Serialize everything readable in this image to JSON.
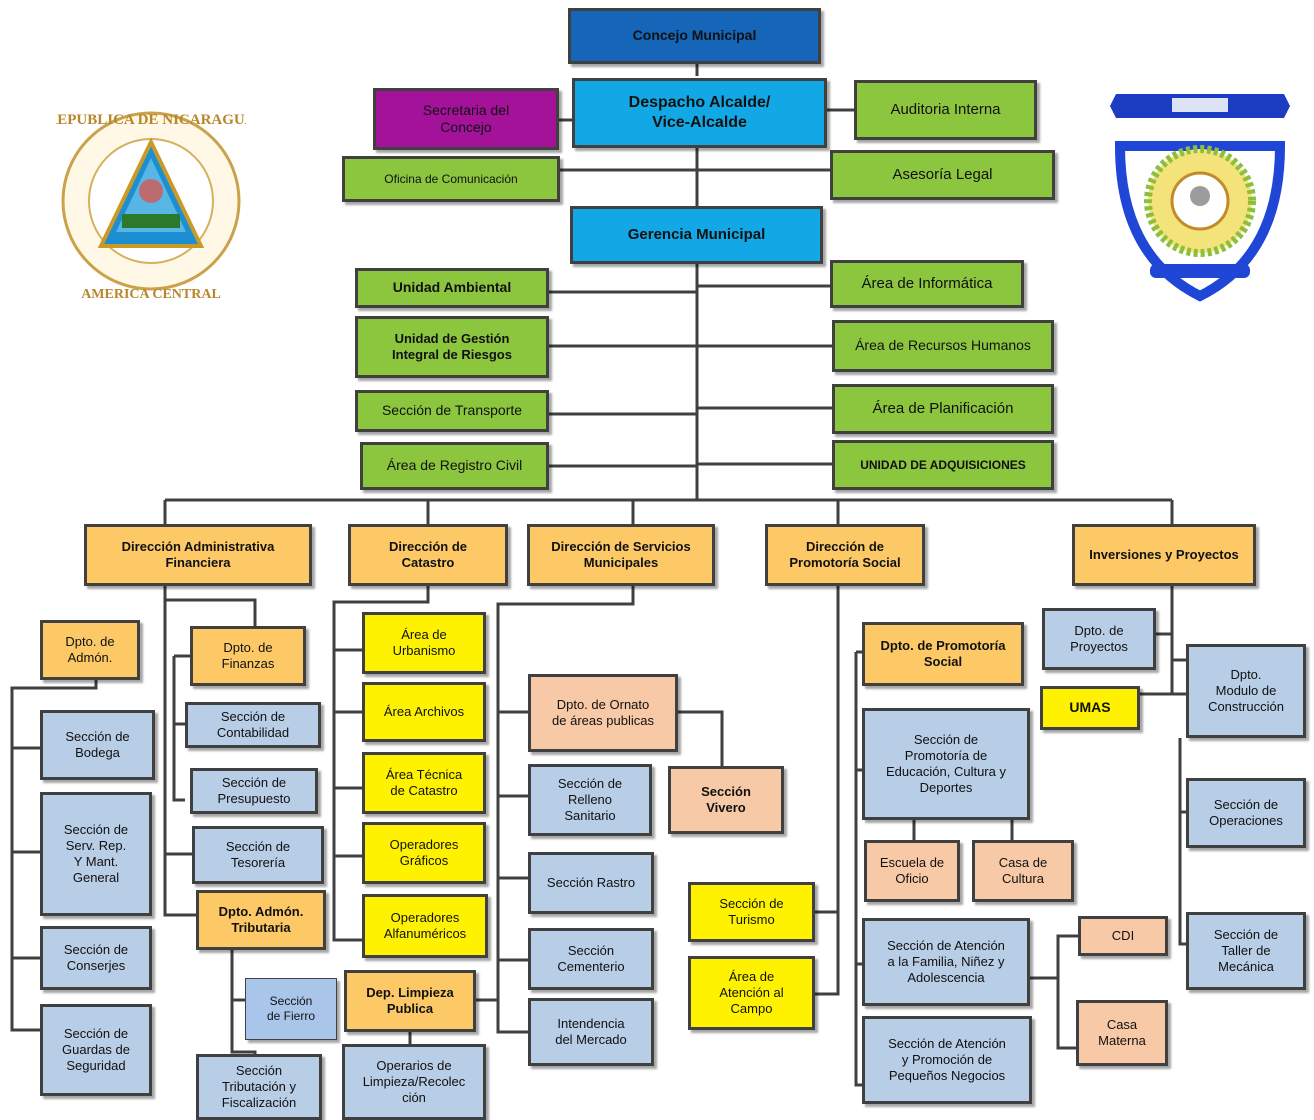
{
  "nodes": {
    "concejo": "Concejo Municipal",
    "despacho": "Despacho Alcalde/\nVice-Alcalde",
    "secretaria": "Secretaria del\nConcejo",
    "auditoria": "Auditoria Interna",
    "oficina_comunicacion": "Oficina de Comunicación",
    "asesoria": "Asesoría Legal",
    "gerencia": "Gerencia Municipal",
    "unidad_ambiental": "Unidad Ambiental",
    "gestion_riesgos": "Unidad de Gestión\nIntegral de Riesgos",
    "transporte": "Sección de Transporte",
    "registro_civil": "Área de Registro Civil",
    "informatica": "Área de Informática",
    "rrhh": "Área de Recursos Humanos",
    "planificacion": "Área de Planificación",
    "adquisiciones": "UNIDAD DE ADQUISICIONES",
    "dir_admin": "Dirección Administrativa\nFinanciera",
    "dir_catastro": "Dirección de\nCatastro",
    "dir_servicios": "Dirección de Servicios\nMunicipales",
    "dir_promotoria": "Dirección de\nPromotoría Social",
    "inversiones": "Inversiones y Proyectos",
    "dpto_admon": "Dpto. de\nAdmón.",
    "bodega": "Sección de\nBodega",
    "serv_mant": "Sección  de\nServ.   Rep.\nY      Mant.\nGeneral",
    "conserjes": "Sección de\nConserjes",
    "guardas": "Sección de\nGuardas de\nSeguridad",
    "dpto_finanzas": "Dpto. de\nFinanzas",
    "contabilidad": "Sección de\nContabilidad",
    "presupuesto": "Sección de\nPresupuesto",
    "tesoreria": "Sección  de\nTesorería",
    "dpto_tributaria": "Dpto. Admón.\nTributaria",
    "fierro": "Sección\nde Fierro",
    "tributacion": "Sección\nTributación y\nFiscalización",
    "urbanismo": "Área de\nUrbanismo",
    "archivos": "Área Archivos",
    "tecnica_catastro": "Área Técnica\nde Catastro",
    "op_graficos": "Operadores\nGráficos",
    "op_alfa": "Operadores\nAlfanuméricos",
    "dep_limpieza": "Dep. Limpieza\nPublica",
    "operarios": "Operarios de\nLimpieza/Recolec\nción",
    "ornato": "Dpto. de Ornato\nde áreas publicas",
    "vivero": "Sección\nVivero",
    "relleno": "Sección de\nRelleno\nSanitario",
    "rastro": "Sección Rastro",
    "cementerio": "Sección\nCementerio",
    "mercado": "Intendencia\ndel Mercado",
    "turismo": "Sección de\nTurismo",
    "atencion_campo": "Área de\nAtención al\nCampo",
    "dpto_promotoria": "Dpto. de Promotoría\nSocial",
    "promotoria_edu": "Sección de\nPromotoría de\nEducación, Cultura y\nDeportes",
    "escuela_oficio": "Escuela de\nOficio",
    "casa_cultura": "Casa de\nCultura",
    "atencion_familia": "Sección de Atención\na la Familia, Niñez y\nAdolescencia",
    "cdi": "CDI",
    "casa_materna": "Casa\nMaterna",
    "pequenos_negocios": "Sección de Atención\ny Promoción de\nPequeños Negocios",
    "dpto_proyectos": "Dpto. de\nProyectos",
    "umas": "UMAS",
    "modulo_construccion": "Dpto.\nModulo de\nConstrucción",
    "operaciones": "Sección de\nOperaciones",
    "taller": "Sección de\nTaller de\nMecánica"
  },
  "logos": {
    "left_seal_text": "REPUBLICA DE NICARAGUA · AMERICA CENTRAL",
    "left_seal_icon": "nicaragua-coat-of-arms",
    "right_seal_icon": "municipal-emblem"
  },
  "colors": {
    "navy": "#1565b8",
    "cyan": "#12a8e6",
    "magenta": "#a4129a",
    "green": "#8cc63e",
    "orange": "#fcc966",
    "yellow": "#fff200",
    "blue": "#b8cde6",
    "peach": "#f8c9a6"
  }
}
